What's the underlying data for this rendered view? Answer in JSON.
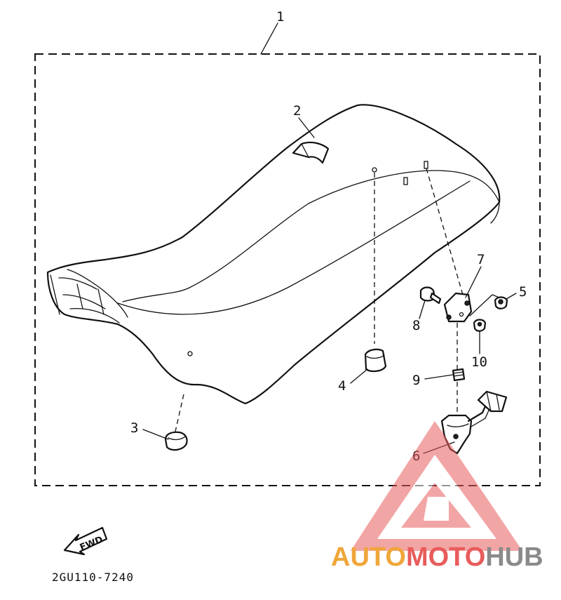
{
  "callouts": {
    "c1": "1",
    "c2": "2",
    "c3": "3",
    "c4": "4",
    "c5": "5",
    "c6": "6",
    "c7": "7",
    "c8": "8",
    "c9": "9",
    "c10": "10"
  },
  "direction_label": "FWD",
  "diagram_code": "2GU110-7240",
  "watermark": {
    "word_part1": "AUTO",
    "word_part2": "MOTO",
    "word_part3": "HUB",
    "color_orange": "#f0a63a",
    "color_red": "#e85c5c",
    "color_gray": "#8a8a8a"
  }
}
